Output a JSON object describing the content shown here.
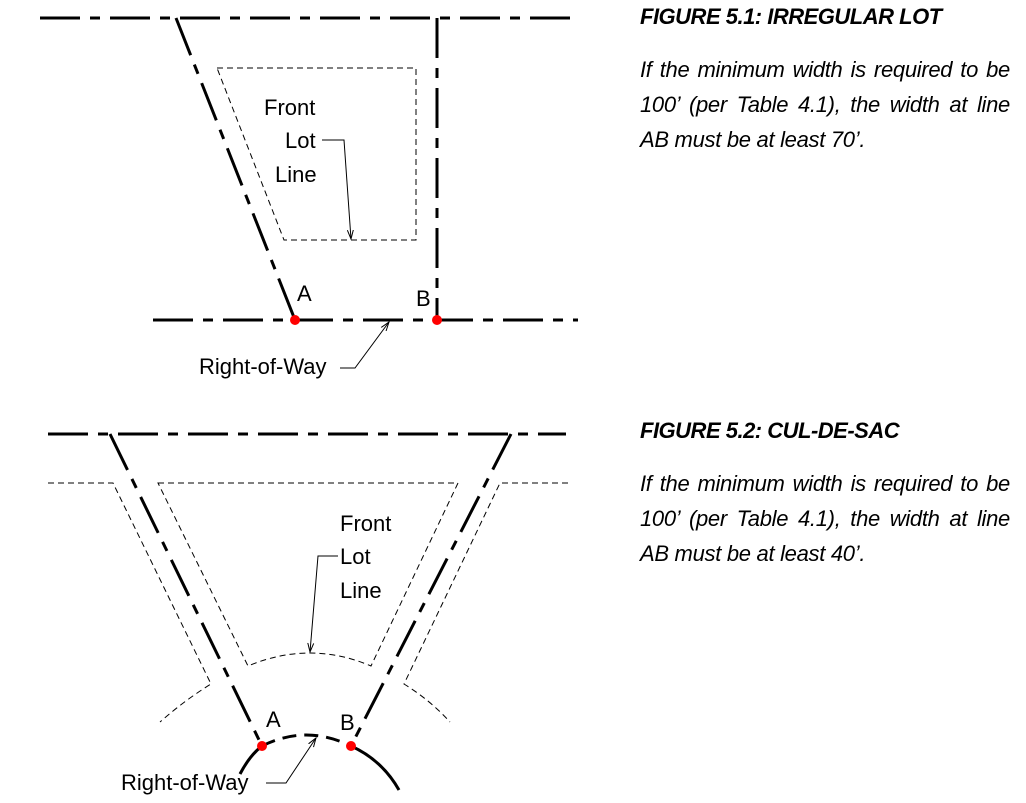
{
  "figures": [
    {
      "title": "FIGURE 5.1: IRREGULAR LOT",
      "description": "If the minimum width is required to be 100’ (per Table 4.1), the width at line AB must be at least 70’.",
      "labels": {
        "front": "Front",
        "lot": "Lot",
        "line": "Line",
        "a": "A",
        "b": "B",
        "row": "Right-of-Way"
      }
    },
    {
      "title": "FIGURE 5.2: CUL-DE-SAC",
      "description": "If the minimum width is required to be 100’ (per Table 4.1), the width at line AB must be at least 40’.",
      "labels": {
        "front": "Front",
        "lot": "Lot",
        "line": "Line",
        "a": "A",
        "b": "B",
        "row": "Right-of-Way"
      }
    }
  ],
  "colors": {
    "point": "#ff0000",
    "line": "#000000"
  }
}
